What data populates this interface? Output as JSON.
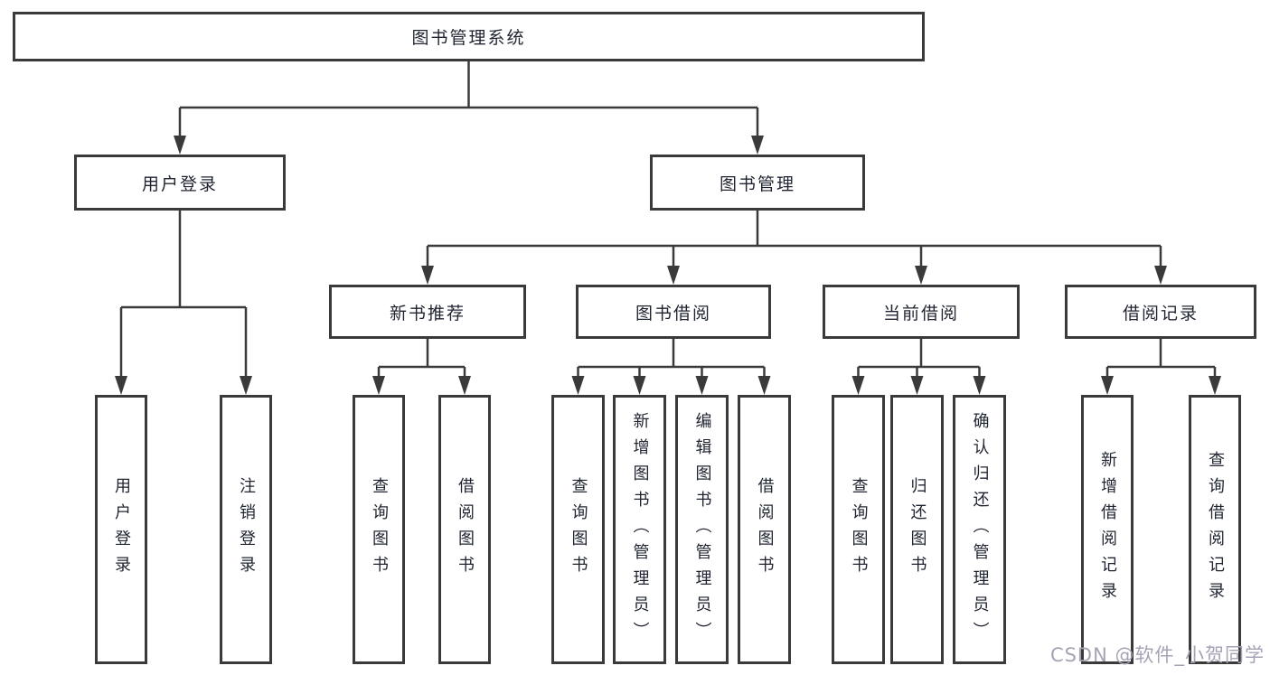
{
  "page": {
    "background": "#ffffff"
  },
  "colors": {
    "line": "#3a3a3a",
    "box_border": "#3a3a3a",
    "box_fill": "#ffffff",
    "text": "#1f2430",
    "watermark": "#a4a4b6"
  },
  "diagram": {
    "title": "图书管理系统",
    "nodes": [
      {
        "id": "root",
        "label": "图书管理系统",
        "level": 1,
        "orientation": "horizontal"
      },
      {
        "id": "user-login",
        "label": "用户登录",
        "level": 2,
        "orientation": "horizontal"
      },
      {
        "id": "book-mgmt",
        "label": "图书管理",
        "level": 2,
        "orientation": "horizontal"
      },
      {
        "id": "new-book-rec",
        "label": "新书推荐",
        "level": 3,
        "orientation": "horizontal"
      },
      {
        "id": "book-borrow",
        "label": "图书借阅",
        "level": 3,
        "orientation": "horizontal"
      },
      {
        "id": "current-borrow",
        "label": "当前借阅",
        "level": 3,
        "orientation": "horizontal"
      },
      {
        "id": "borrow-record",
        "label": "借阅记录",
        "level": 3,
        "orientation": "horizontal"
      },
      {
        "id": "ul-login",
        "label": "用户登录",
        "level": 4,
        "orientation": "vertical"
      },
      {
        "id": "ul-logout",
        "label": "注销登录",
        "level": 4,
        "orientation": "vertical"
      },
      {
        "id": "nbr-query",
        "label": "查询图书",
        "level": 4,
        "orientation": "vertical"
      },
      {
        "id": "nbr-borrow",
        "label": "借阅图书",
        "level": 4,
        "orientation": "vertical"
      },
      {
        "id": "bb-query",
        "label": "查询图书",
        "level": 4,
        "orientation": "vertical"
      },
      {
        "id": "bb-add",
        "label": "新增图书（管理员）",
        "level": 4,
        "orientation": "vertical"
      },
      {
        "id": "bb-edit",
        "label": "编辑图书（管理员）",
        "level": 4,
        "orientation": "vertical"
      },
      {
        "id": "bb-borrow",
        "label": "借阅图书",
        "level": 4,
        "orientation": "vertical"
      },
      {
        "id": "cb-query",
        "label": "查询图书",
        "level": 4,
        "orientation": "vertical"
      },
      {
        "id": "cb-return",
        "label": "归还图书",
        "level": 4,
        "orientation": "vertical"
      },
      {
        "id": "cb-confirm",
        "label": "确认归还（管理员）",
        "level": 4,
        "orientation": "vertical"
      },
      {
        "id": "br-add",
        "label": "新增借阅记录",
        "level": 4,
        "orientation": "vertical"
      },
      {
        "id": "br-query",
        "label": "查询借阅记录",
        "level": 4,
        "orientation": "vertical"
      }
    ],
    "edges": [
      {
        "from": "root",
        "to": [
          "user-login",
          "book-mgmt"
        ]
      },
      {
        "from": "user-login",
        "to": [
          "ul-login",
          "ul-logout"
        ]
      },
      {
        "from": "book-mgmt",
        "to": [
          "new-book-rec",
          "book-borrow",
          "current-borrow",
          "borrow-record"
        ]
      },
      {
        "from": "new-book-rec",
        "to": [
          "nbr-query",
          "nbr-borrow"
        ]
      },
      {
        "from": "book-borrow",
        "to": [
          "bb-query",
          "bb-add",
          "bb-edit",
          "bb-borrow"
        ]
      },
      {
        "from": "current-borrow",
        "to": [
          "cb-query",
          "cb-return",
          "cb-confirm"
        ]
      },
      {
        "from": "borrow-record",
        "to": [
          "br-add",
          "br-query"
        ]
      }
    ]
  },
  "watermark": {
    "text": "CSDN @软件_小贺同学"
  }
}
